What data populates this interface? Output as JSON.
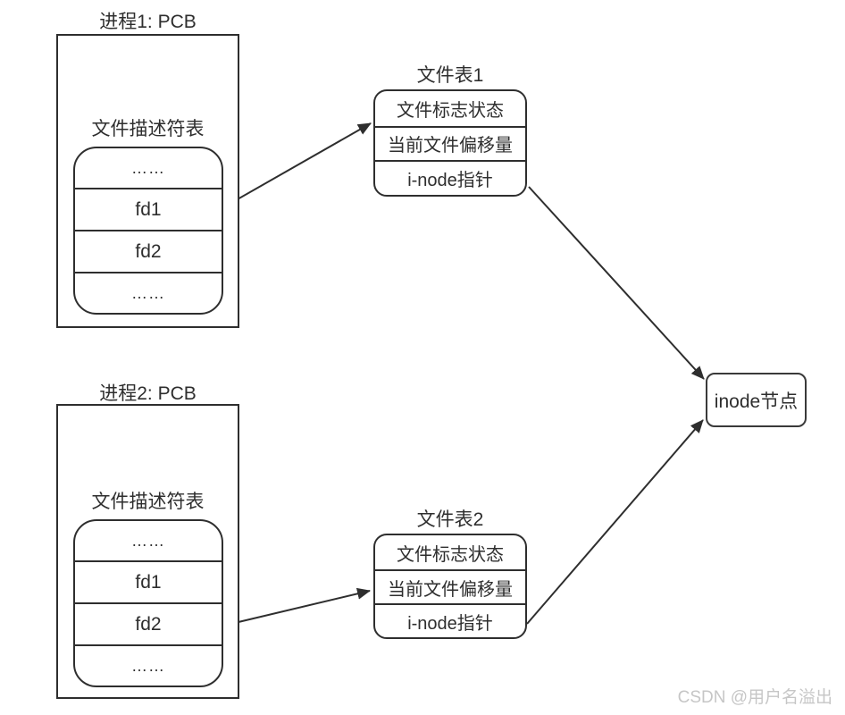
{
  "process1": {
    "title": "进程1: PCB",
    "fd_table_label": "文件描述符表",
    "fd_rows": [
      "……",
      "fd1",
      "fd2",
      "……"
    ]
  },
  "process2": {
    "title": "进程2: PCB",
    "fd_table_label": "文件描述符表",
    "fd_rows": [
      "……",
      "fd1",
      "fd2",
      "……"
    ]
  },
  "file_table1": {
    "title": "文件表1",
    "rows": [
      "文件标志状态",
      "当前文件偏移量",
      "i-node指针"
    ]
  },
  "file_table2": {
    "title": "文件表2",
    "rows": [
      "文件标志状态",
      "当前文件偏移量",
      "i-node指针"
    ]
  },
  "inode": {
    "label": "inode节点"
  },
  "watermark": "CSDN @用户名溢出",
  "colors": {
    "line": "#2e2e2e",
    "watermark": "#c6c6c6",
    "background": "#ffffff"
  },
  "arrows": [
    {
      "name": "fd1-to-filetable1",
      "from": "process1.fd1",
      "to": "file_table1"
    },
    {
      "name": "filetable1-to-inode",
      "from": "file_table1",
      "to": "inode"
    },
    {
      "name": "fd2-to-filetable2",
      "from": "process2.fd2",
      "to": "file_table2"
    },
    {
      "name": "filetable2-to-inode",
      "from": "file_table2",
      "to": "inode"
    }
  ]
}
